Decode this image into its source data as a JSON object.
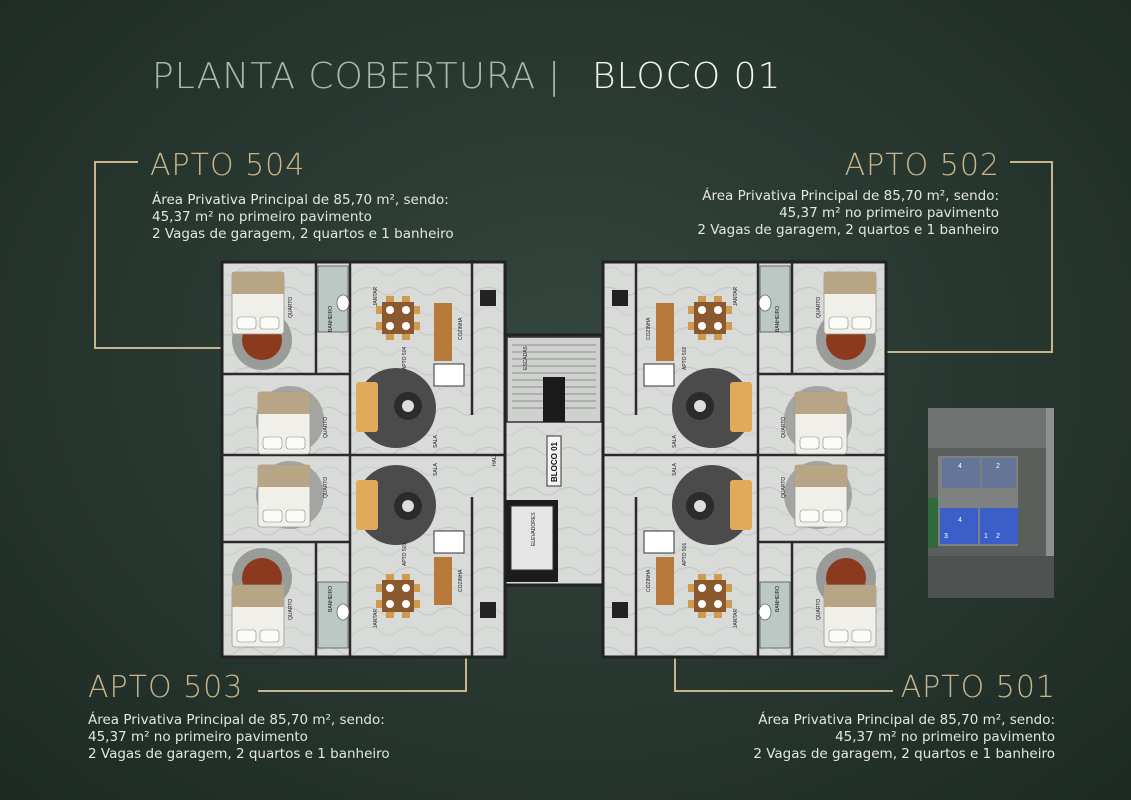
{
  "header": {
    "title_left": "PLANTA COBERTURA",
    "separator": "|",
    "title_right": "BLOCO 01"
  },
  "apartments": {
    "a504": {
      "name": "APTO 504",
      "line1": "Área Privativa Principal de 85,70 m², sendo:",
      "line2": "45,37 m² no primeiro pavimento",
      "line3": "2 Vagas de garagem, 2 quartos e 1 banheiro"
    },
    "a502": {
      "name": "APTO 502",
      "line1": "Área Privativa Principal de 85,70 m², sendo:",
      "line2": "45,37 m² no primeiro pavimento",
      "line3": "2 Vagas de garagem, 2 quartos e 1 banheiro"
    },
    "a503": {
      "name": "APTO 503",
      "line1": "Área Privativa Principal de 85,70 m², sendo:",
      "line2": "45,37 m² no primeiro pavimento",
      "line3": "2 Vagas de garagem, 2 quartos e 1 banheiro"
    },
    "a501": {
      "name": "APTO 501",
      "line1": "Área Privativa Principal de 85,70 m², sendo:",
      "line2": "45,37 m² no primeiro pavimento",
      "line3": "2 Vagas de garagem, 2 quartos e 1 banheiro"
    }
  },
  "plan_labels": {
    "block": "BLOCO 01",
    "stairs": "ESCADAS",
    "elevators": "ELEVADORES",
    "hall": "HALL",
    "quarto": "QUARTO",
    "banheiro": "BANHEIRO",
    "sala": "SALA",
    "jantar": "JANTAR",
    "cozinha": "COZINHA",
    "apto504": "APTO 504",
    "apto502": "APTO 502",
    "apto503": "APTO 503",
    "apto501": "APTO 501"
  },
  "site_plan": {
    "units": [
      "1",
      "2",
      "3",
      "4"
    ]
  },
  "colors": {
    "accent_gold": "#c8b58c",
    "background": "#27362f",
    "highlight_unit": "#3a5fc8"
  }
}
